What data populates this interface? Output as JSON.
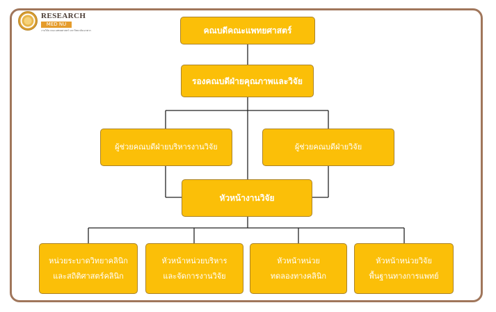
{
  "header": {
    "logo_title": "RESEARCH",
    "logo_badge": "MED NU",
    "logo_subtitle": "งานวิจัย คณะแพทยศาสตร์ มหาวิทยาลัยนเรศวร"
  },
  "org_chart": {
    "dean": [
      "คณบดีคณะแพทยศาสตร์"
    ],
    "vice_dean": [
      "รองคณบดีฝ่ายคุณภาพและวิจัย"
    ],
    "assistant_dean_admin": [
      "ผู้ช่วยคณบดีฝ่ายบริหารงานวิจัย"
    ],
    "assistant_dean_research": [
      "ผู้ช่วยคณบดีฝ่ายวิจัย"
    ],
    "head_research": [
      "หัวหน้างานวิจัย"
    ],
    "units": [
      [
        "หน่วยระบาดวิทยาคลินิก",
        "และสถิติศาสตร์คลินิก"
      ],
      [
        "หัวหน้าหน่วยบริหาร",
        "และจัดการงานวิจัย"
      ],
      [
        "หัวหน้าหน่วย",
        "ทดลองทางคลินิก"
      ],
      [
        "หัวหน้าหน่วยวิจัย",
        "พื้นฐานทางการแพทย์"
      ]
    ]
  },
  "colors": {
    "box_fill": "#fbbf08",
    "box_text": "#ffffff",
    "connector": "#222222",
    "frame_border": "#a0765b"
  }
}
